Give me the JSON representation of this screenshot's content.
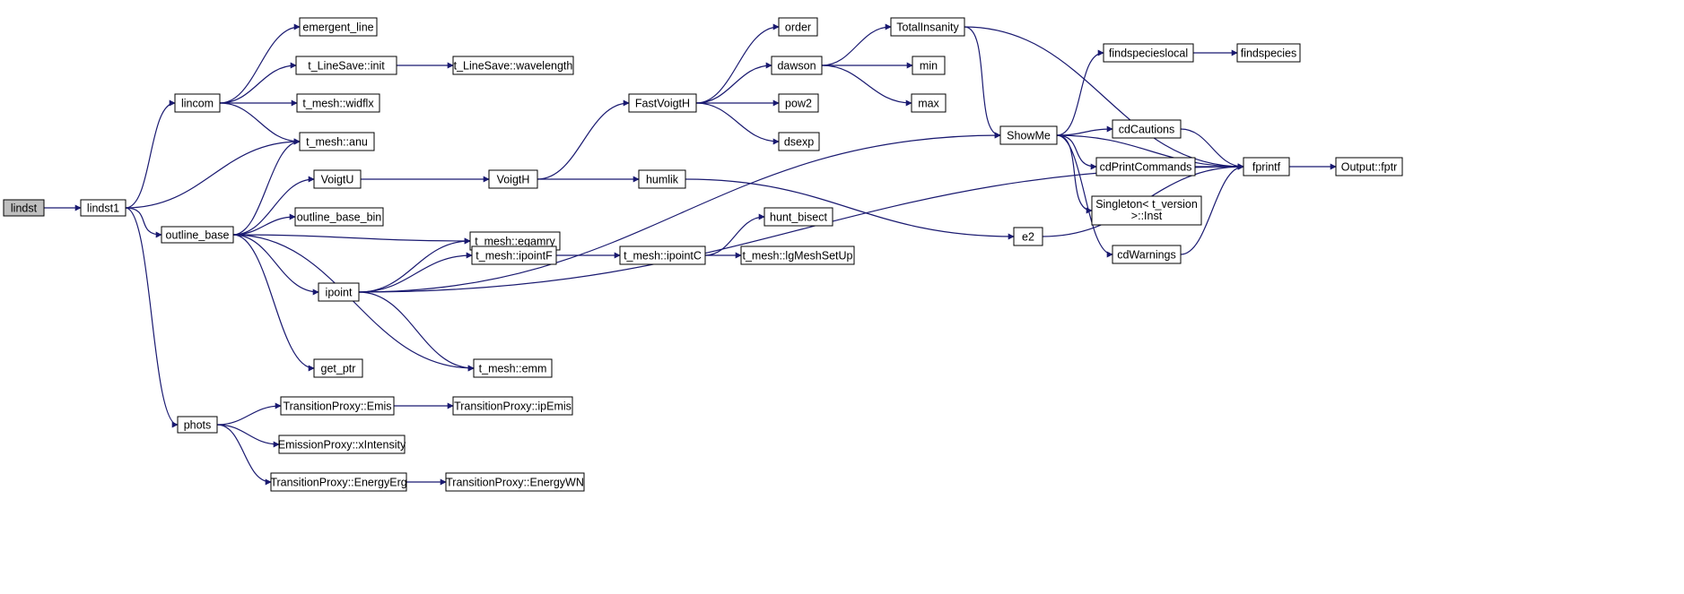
{
  "edge_color": "#191970",
  "root_fill": "#bfbfbf",
  "nodes": [
    {
      "id": "lindst",
      "label": "lindst"
    },
    {
      "id": "lindst1",
      "label": "lindst1"
    },
    {
      "id": "lincom",
      "label": "lincom"
    },
    {
      "id": "outline_base",
      "label": "outline_base"
    },
    {
      "id": "phots",
      "label": "phots"
    },
    {
      "id": "emergent_line",
      "label": "emergent_line"
    },
    {
      "id": "linesave_init",
      "label": "t_LineSave::init"
    },
    {
      "id": "linesave_wavelength",
      "label": "t_LineSave::wavelength"
    },
    {
      "id": "mesh_widflx",
      "label": "t_mesh::widflx"
    },
    {
      "id": "mesh_anu",
      "label": "t_mesh::anu"
    },
    {
      "id": "voigtu",
      "label": "VoigtU"
    },
    {
      "id": "outline_base_bin",
      "label": "outline_base_bin"
    },
    {
      "id": "mesh_egamry",
      "label": "t_mesh::egamry"
    },
    {
      "id": "ipoint",
      "label": "ipoint"
    },
    {
      "id": "get_ptr",
      "label": "get_ptr"
    },
    {
      "id": "mesh_emm",
      "label": "t_mesh::emm"
    },
    {
      "id": "mesh_ipointf",
      "label": "t_mesh::ipointF"
    },
    {
      "id": "voigth",
      "label": "VoigtH"
    },
    {
      "id": "fastvoigth",
      "label": "FastVoigtH"
    },
    {
      "id": "humlik",
      "label": "humlik"
    },
    {
      "id": "mesh_ipointc",
      "label": "t_mesh::ipointC"
    },
    {
      "id": "order",
      "label": "order"
    },
    {
      "id": "dawson",
      "label": "dawson"
    },
    {
      "id": "pow2",
      "label": "pow2"
    },
    {
      "id": "dsexp",
      "label": "dsexp"
    },
    {
      "id": "hunt_bisect",
      "label": "hunt_bisect"
    },
    {
      "id": "mesh_lgmeshsetup",
      "label": "t_mesh::lgMeshSetUp"
    },
    {
      "id": "totalinsanity",
      "label": "TotalInsanity"
    },
    {
      "id": "min",
      "label": "min"
    },
    {
      "id": "max",
      "label": "max"
    },
    {
      "id": "showme",
      "label": "ShowMe"
    },
    {
      "id": "e2",
      "label": "e2"
    },
    {
      "id": "findspecieslocal",
      "label": "findspecieslocal"
    },
    {
      "id": "findspecies",
      "label": "findspecies"
    },
    {
      "id": "cdcautions",
      "label": "cdCautions"
    },
    {
      "id": "cdprintcommands",
      "label": "cdPrintCommands"
    },
    {
      "id": "singleton",
      "label": "Singleton< t_version >::Inst"
    },
    {
      "id": "cdwarnings",
      "label": "cdWarnings"
    },
    {
      "id": "fprintf",
      "label": "fprintf"
    },
    {
      "id": "output_fptr",
      "label": "Output::fptr"
    },
    {
      "id": "tp_emis",
      "label": "TransitionProxy::Emis"
    },
    {
      "id": "tp_ipemis",
      "label": "TransitionProxy::ipEmis"
    },
    {
      "id": "ep_xintensity",
      "label": "EmissionProxy::xIntensity"
    },
    {
      "id": "tp_energyerg",
      "label": "TransitionProxy::EnergyErg"
    },
    {
      "id": "tp_energywn",
      "label": "TransitionProxy::EnergyWN"
    }
  ],
  "edges": [
    [
      "lindst",
      "lindst1"
    ],
    [
      "lindst1",
      "lincom"
    ],
    [
      "lindst1",
      "mesh_anu"
    ],
    [
      "lindst1",
      "outline_base"
    ],
    [
      "lindst1",
      "phots"
    ],
    [
      "lincom",
      "emergent_line"
    ],
    [
      "lincom",
      "linesave_init"
    ],
    [
      "lincom",
      "mesh_widflx"
    ],
    [
      "lincom",
      "mesh_anu"
    ],
    [
      "linesave_init",
      "linesave_wavelength"
    ],
    [
      "outline_base",
      "mesh_anu"
    ],
    [
      "outline_base",
      "voigtu"
    ],
    [
      "outline_base",
      "outline_base_bin"
    ],
    [
      "outline_base",
      "mesh_egamry"
    ],
    [
      "outline_base",
      "ipoint"
    ],
    [
      "outline_base",
      "get_ptr"
    ],
    [
      "outline_base",
      "mesh_emm"
    ],
    [
      "voigtu",
      "voigth"
    ],
    [
      "voigth",
      "fastvoigth"
    ],
    [
      "voigth",
      "humlik"
    ],
    [
      "fastvoigth",
      "order"
    ],
    [
      "fastvoigth",
      "dawson"
    ],
    [
      "fastvoigth",
      "pow2"
    ],
    [
      "fastvoigth",
      "dsexp"
    ],
    [
      "dawson",
      "totalinsanity"
    ],
    [
      "dawson",
      "min"
    ],
    [
      "dawson",
      "max"
    ],
    [
      "totalinsanity",
      "showme"
    ],
    [
      "totalinsanity",
      "fprintf"
    ],
    [
      "humlik",
      "e2"
    ],
    [
      "e2",
      "fprintf"
    ],
    [
      "ipoint",
      "mesh_egamry"
    ],
    [
      "ipoint",
      "mesh_ipointf"
    ],
    [
      "ipoint",
      "showme"
    ],
    [
      "ipoint",
      "fprintf"
    ],
    [
      "ipoint",
      "mesh_emm"
    ],
    [
      "mesh_ipointf",
      "mesh_ipointc"
    ],
    [
      "mesh_ipointc",
      "hunt_bisect"
    ],
    [
      "mesh_ipointc",
      "mesh_lgmeshsetup"
    ],
    [
      "showme",
      "findspecieslocal"
    ],
    [
      "showme",
      "fprintf"
    ],
    [
      "showme",
      "cdcautions"
    ],
    [
      "showme",
      "cdprintcommands"
    ],
    [
      "showme",
      "singleton"
    ],
    [
      "showme",
      "cdwarnings"
    ],
    [
      "findspecieslocal",
      "findspecies"
    ],
    [
      "cdcautions",
      "fprintf"
    ],
    [
      "cdprintcommands",
      "fprintf"
    ],
    [
      "cdwarnings",
      "fprintf"
    ],
    [
      "fprintf",
      "output_fptr"
    ],
    [
      "phots",
      "tp_emis"
    ],
    [
      "phots",
      "ep_xintensity"
    ],
    [
      "phots",
      "tp_energyerg"
    ],
    [
      "tp_emis",
      "tp_ipemis"
    ],
    [
      "tp_energyerg",
      "tp_energywn"
    ]
  ]
}
